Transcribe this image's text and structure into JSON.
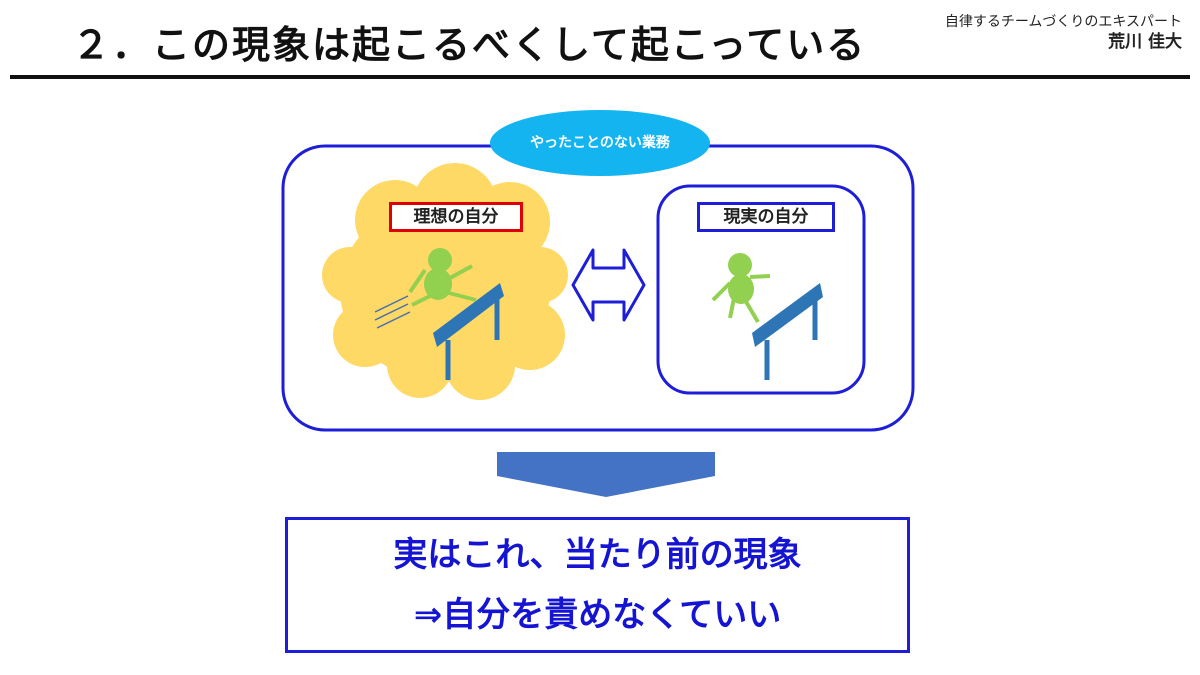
{
  "slide": {
    "title": "２．この現象は起こるべくして起こっている",
    "author_tagline": "自律するチームづくりのエキスパート",
    "author_name": "荒川 佳大"
  },
  "diagram": {
    "bubble_label": "やったことのない業務",
    "ideal_label": "理想の自分",
    "real_label": "現実の自分"
  },
  "conclusion": {
    "line1": "実はこれ、当たり前の現象",
    "line2": "⇒自分を責めなくていい"
  },
  "colors": {
    "frame_blue": "#1e1ed8",
    "bubble_cyan": "#14b4f0",
    "cloud_yellow": "#ffd966",
    "figure_green": "#92d050",
    "hurdle_blue": "#2e75b6",
    "arrow_blue": "#4472c4",
    "ideal_red": "#e00000"
  }
}
